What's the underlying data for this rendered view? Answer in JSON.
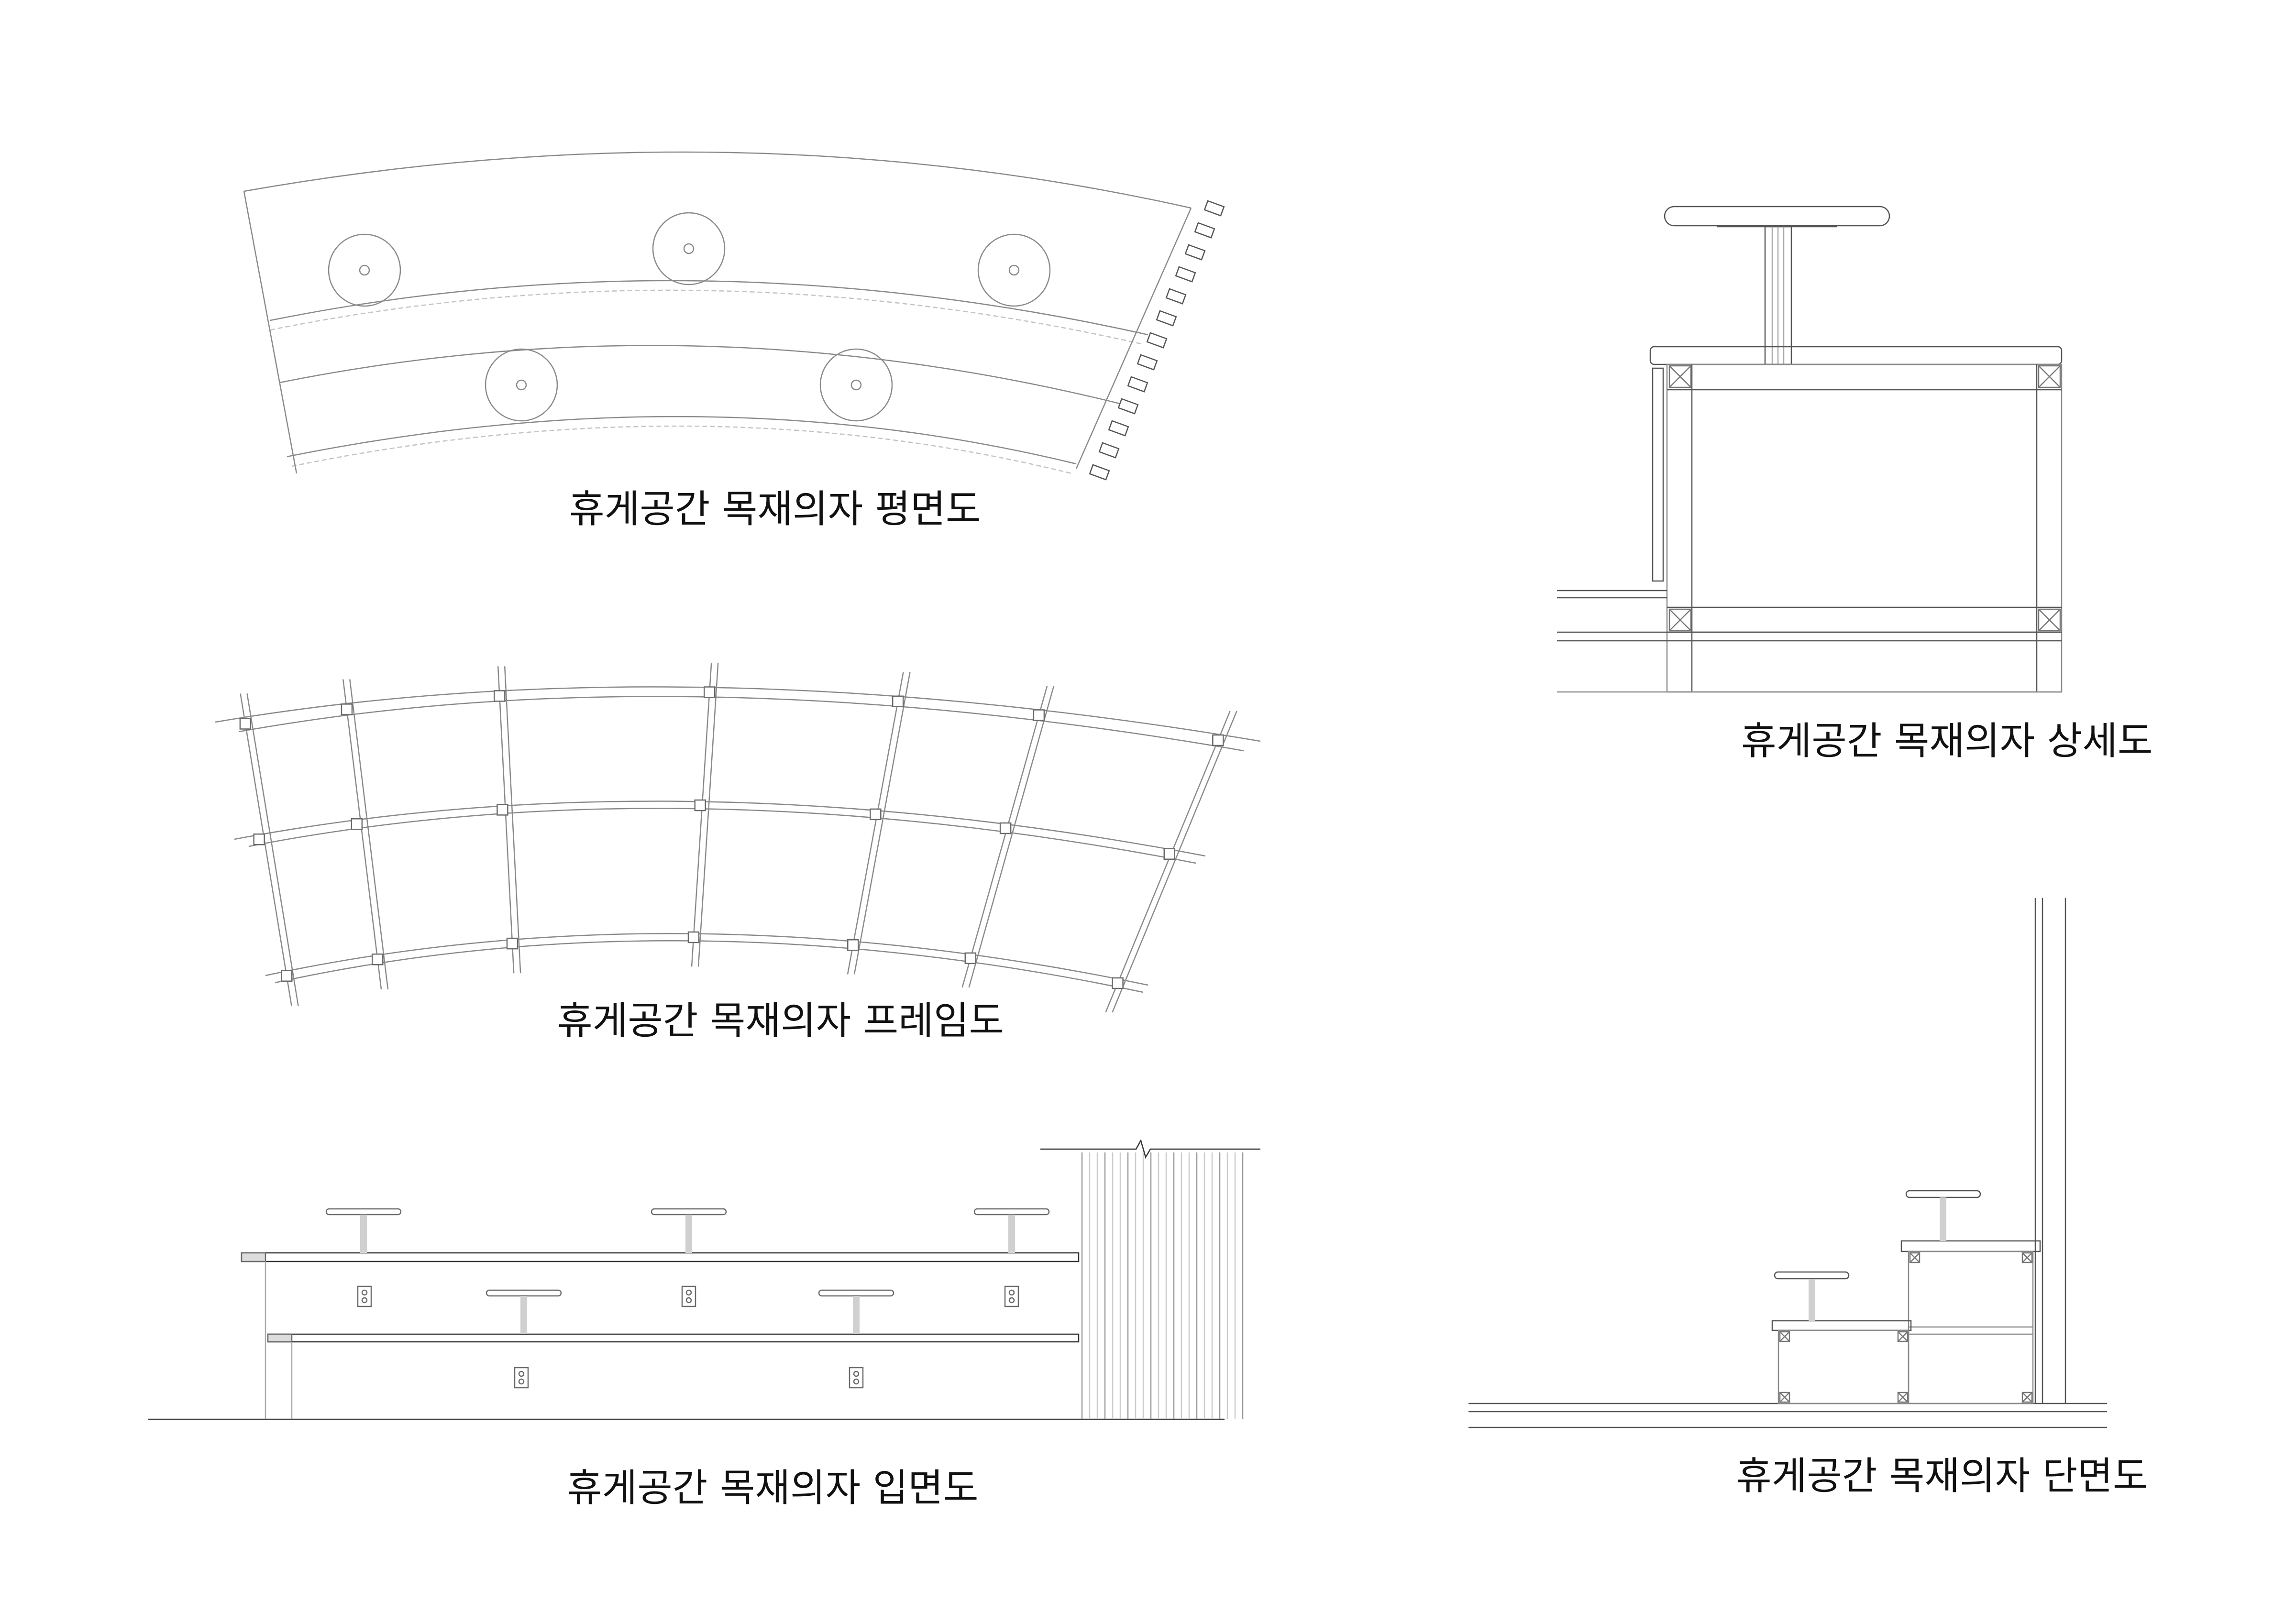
{
  "captions": {
    "plan": "휴게공간 목재의자 평면도",
    "frame": "휴게공간 목재의자 프레임도",
    "elevation": "휴게공간 목재의자 입면도",
    "detail": "휴게공간 목재의자 상세도",
    "section": "휴게공간 목재의자 단면도"
  },
  "colors": {
    "line": "#7a7a7a",
    "dark": "#2a2a2a",
    "light": "#b8b8b8"
  }
}
